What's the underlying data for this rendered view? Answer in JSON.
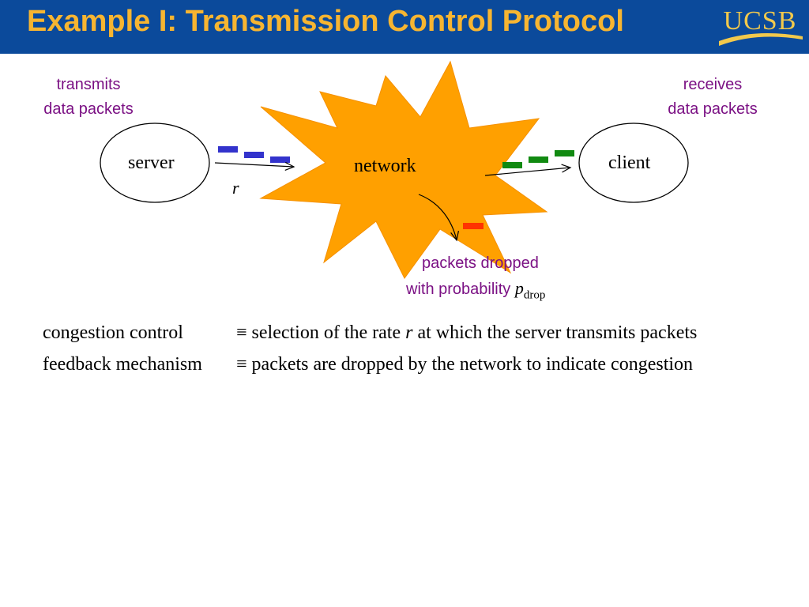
{
  "header": {
    "title": "Example I: Transmission Control Protocol",
    "logo_text": "UCSB",
    "background": "#0b4a9b",
    "title_color": "#f7b531"
  },
  "diagram": {
    "left_label": [
      "transmits",
      "data packets"
    ],
    "right_label": [
      "receives",
      "data packets"
    ],
    "server": "server",
    "client": "client",
    "network": "network",
    "rate_symbol": "r",
    "drop_label_line1": "packets dropped",
    "drop_label_line2": "with probability",
    "drop_var": "p",
    "drop_sub": "drop",
    "colors": {
      "sent_packets": "#3333cc",
      "received_packets": "#118a11",
      "dropped_packet": "#ff3300",
      "network_fill": "#ffa000",
      "label_purple": "#7b1184"
    }
  },
  "definitions": [
    {
      "term": "congestion control",
      "equiv": "≡",
      "pre": "selection of the rate",
      "var": "r",
      "post": "at which the server transmits packets"
    },
    {
      "term": "feedback mechanism",
      "equiv": "≡",
      "pre": "packets are dropped by the network to indicate congestion",
      "var": "",
      "post": ""
    }
  ]
}
